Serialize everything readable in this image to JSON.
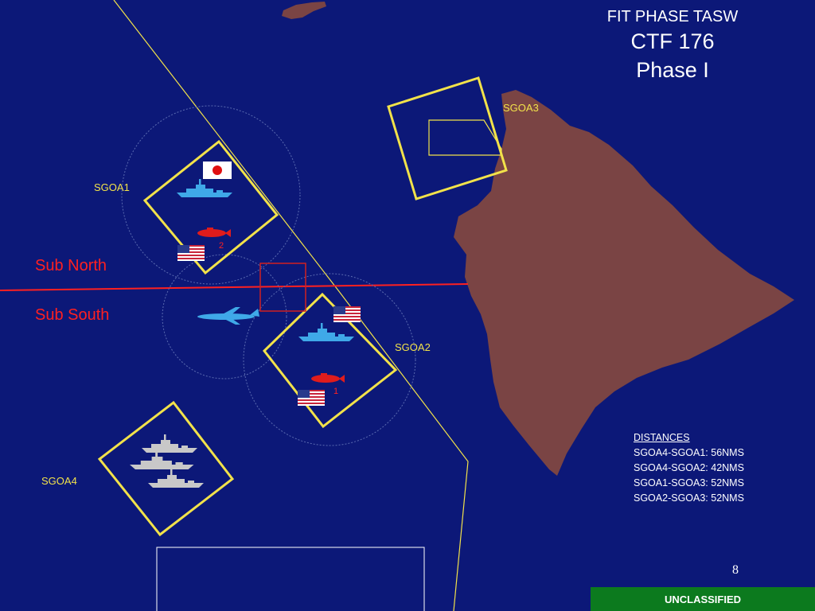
{
  "title": {
    "line1": "FIT PHASE TASW",
    "line2": "CTF 176",
    "line3": "Phase I"
  },
  "lanes": {
    "north": "Sub North",
    "south": "Sub South"
  },
  "zones": {
    "sgoa1": "SGOA1",
    "sgoa2": "SGOA2",
    "sgoa3": "SGOA3",
    "sgoa4": "SGOA4"
  },
  "submarines": {
    "sub1_number": "1",
    "sub2_number": "2"
  },
  "distances": {
    "title": "DISTANCES",
    "items": [
      "SGOA4-SGOA1: 56NMS",
      "SGOA4-SGOA2: 42NMS",
      "SGOA1-SGOA3: 52NMS",
      "SGOA2-SGOA3: 52NMS"
    ]
  },
  "page_number": "8",
  "classification": "UNCLASSIFIED",
  "colors": {
    "ocean": "#0c1878",
    "land": "#7a4444",
    "zone_outline": "#f2e24a",
    "lane_line": "#ff2020",
    "friendly_ship": "#3fa9e8",
    "banner": "#0c7a1e"
  },
  "icons": {
    "japan_flag": "japan-flag-icon",
    "us_flag": "us-flag-icon",
    "submarine": "submarine-icon",
    "warship": "warship-icon",
    "patrol_aircraft": "patrol-aircraft-icon"
  }
}
